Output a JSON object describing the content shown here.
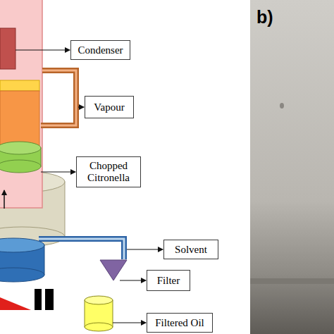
{
  "diagram": {
    "nodes": [
      {
        "text": [
          "Condenser"
        ]
      },
      {
        "text": [
          "Vapour"
        ]
      },
      {
        "text": [
          "Chopped Citronella"
        ]
      },
      {
        "text": [
          "Solvent"
        ]
      },
      {
        "text": [
          "Filter"
        ]
      },
      {
        "text": [
          "Filtered Oil"
        ]
      }
    ],
    "labels": [
      "b)"
    ]
  }
}
